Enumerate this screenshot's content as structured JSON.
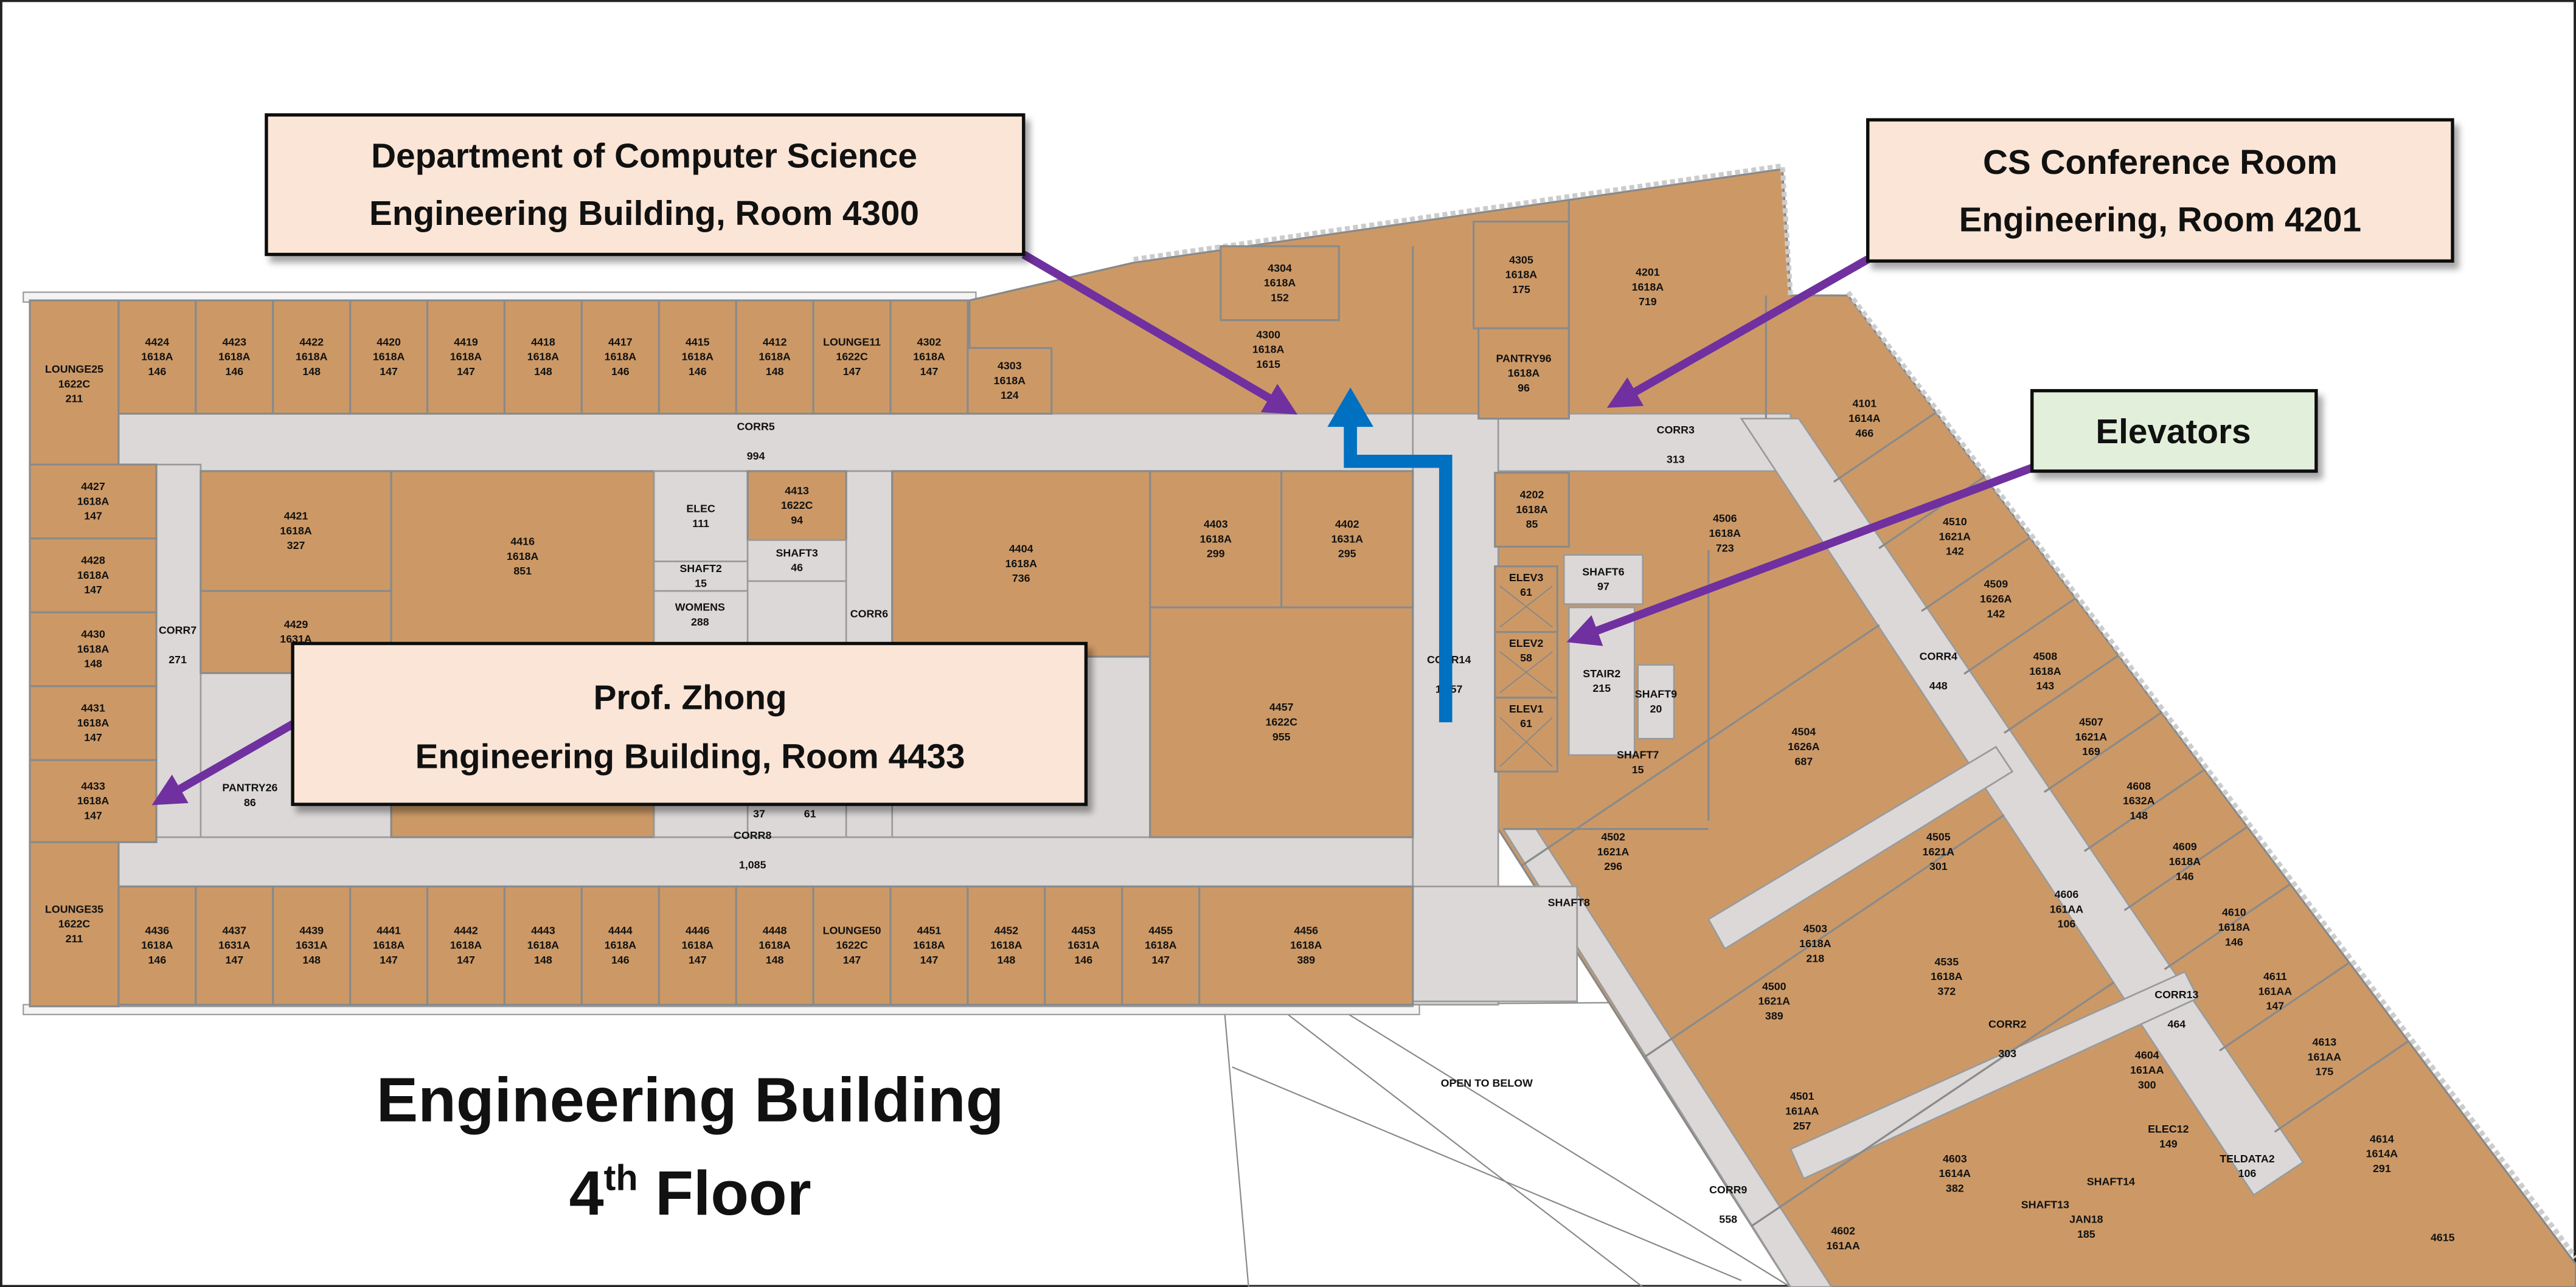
{
  "title": {
    "line1": "Engineering Building",
    "line2_main": "4",
    "line2_sup": "th",
    "line2_rest": " Floor"
  },
  "callouts": [
    {
      "line1": "Department of Computer Science",
      "line2": "Engineering Building, Room 4300"
    },
    {
      "line1": "CS Conference Room",
      "line2": "Engineering, Room 4201"
    },
    {
      "line1": "Elevators"
    },
    {
      "line1": "Prof. Zhong",
      "line2": "Engineering Building, Room 4433"
    }
  ],
  "colors": {
    "room": "#cc9966",
    "corridor": "#dcd8d8",
    "arrow": "#7030a0",
    "route": "#0070c0",
    "callout_peach": "#fbe5d6",
    "callout_green": "#e2efda"
  },
  "rooms": [
    {
      "id": "LOUNGE25",
      "lines": [
        "LOUNGE25",
        "1622C",
        "211"
      ]
    },
    {
      "id": "4424",
      "lines": [
        "4424",
        "1618A",
        "146"
      ]
    },
    {
      "id": "4423",
      "lines": [
        "4423",
        "1618A",
        "146"
      ]
    },
    {
      "id": "4422",
      "lines": [
        "4422",
        "1618A",
        "148"
      ]
    },
    {
      "id": "4420",
      "lines": [
        "4420",
        "1618A",
        "147"
      ]
    },
    {
      "id": "4419",
      "lines": [
        "4419",
        "1618A",
        "147"
      ]
    },
    {
      "id": "4418",
      "lines": [
        "4418",
        "1618A",
        "148"
      ]
    },
    {
      "id": "4417",
      "lines": [
        "4417",
        "1618A",
        "146"
      ]
    },
    {
      "id": "4415",
      "lines": [
        "4415",
        "1618A",
        "146"
      ]
    },
    {
      "id": "4412",
      "lines": [
        "4412",
        "1618A",
        "148"
      ]
    },
    {
      "id": "LOUNGE11",
      "lines": [
        "LOUNGE11",
        "1622C",
        "147"
      ]
    },
    {
      "id": "4302",
      "lines": [
        "4302",
        "1618A",
        "147"
      ]
    },
    {
      "id": "4303",
      "lines": [
        "4303",
        "1618A",
        "124"
      ]
    },
    {
      "id": "4300",
      "lines": [
        "4300",
        "1618A",
        "1615"
      ]
    },
    {
      "id": "4304",
      "lines": [
        "4304",
        "1618A",
        "152"
      ]
    },
    {
      "id": "4305",
      "lines": [
        "4305",
        "1618A",
        "175"
      ]
    },
    {
      "id": "PANTRY96",
      "lines": [
        "PANTRY96",
        "1618A",
        "96"
      ]
    },
    {
      "id": "4201",
      "lines": [
        "4201",
        "1618A",
        "719"
      ]
    },
    {
      "id": "4101",
      "lines": [
        "4101",
        "1614A",
        "466"
      ]
    },
    {
      "id": "4427",
      "lines": [
        "4427",
        "1618A",
        "147"
      ]
    },
    {
      "id": "4428",
      "lines": [
        "4428",
        "1618A",
        "147"
      ]
    },
    {
      "id": "4430",
      "lines": [
        "4430",
        "1618A",
        "148"
      ]
    },
    {
      "id": "4431",
      "lines": [
        "4431",
        "1618A",
        "147"
      ]
    },
    {
      "id": "4433",
      "lines": [
        "4433",
        "1618A",
        "147"
      ]
    },
    {
      "id": "4421",
      "lines": [
        "4421",
        "1618A",
        "327"
      ]
    },
    {
      "id": "4429",
      "lines": [
        "4429",
        "1631A"
      ]
    },
    {
      "id": "4416",
      "lines": [
        "4416",
        "1618A",
        "851"
      ]
    },
    {
      "id": "ELEC",
      "lines": [
        "ELEC",
        "111"
      ]
    },
    {
      "id": "SHAFT2",
      "lines": [
        "SHAFT2",
        "15"
      ]
    },
    {
      "id": "WOMENS",
      "lines": [
        "WOMENS",
        "288"
      ]
    },
    {
      "id": "4413",
      "lines": [
        "4413",
        "1622C",
        "94"
      ]
    },
    {
      "id": "SHAFT3",
      "lines": [
        "SHAFT3",
        "46"
      ]
    },
    {
      "id": "4404",
      "lines": [
        "4404",
        "1618A",
        "736"
      ]
    },
    {
      "id": "4403",
      "lines": [
        "4403",
        "1618A",
        "299"
      ]
    },
    {
      "id": "4402",
      "lines": [
        "4402",
        "1631A",
        "295"
      ]
    },
    {
      "id": "4457",
      "lines": [
        "4457",
        "1622C",
        "955"
      ]
    },
    {
      "id": "PANTRY26",
      "lines": [
        "PANTRY26",
        "86"
      ]
    },
    {
      "id": "S37",
      "lines": [
        "37"
      ]
    },
    {
      "id": "S61",
      "lines": [
        "61"
      ]
    },
    {
      "id": "LOUNGE35",
      "lines": [
        "LOUNGE35",
        "1622C",
        "211"
      ]
    },
    {
      "id": "4436",
      "lines": [
        "4436",
        "1618A",
        "146"
      ]
    },
    {
      "id": "4437",
      "lines": [
        "4437",
        "1631A",
        "147"
      ]
    },
    {
      "id": "4439",
      "lines": [
        "4439",
        "1631A",
        "148"
      ]
    },
    {
      "id": "4441",
      "lines": [
        "4441",
        "1618A",
        "147"
      ]
    },
    {
      "id": "4442",
      "lines": [
        "4442",
        "1618A",
        "147"
      ]
    },
    {
      "id": "4443",
      "lines": [
        "4443",
        "1618A",
        "148"
      ]
    },
    {
      "id": "4444",
      "lines": [
        "4444",
        "1618A",
        "146"
      ]
    },
    {
      "id": "4446",
      "lines": [
        "4446",
        "1618A",
        "147"
      ]
    },
    {
      "id": "4448",
      "lines": [
        "4448",
        "1618A",
        "148"
      ]
    },
    {
      "id": "LOUNGE50",
      "lines": [
        "LOUNGE50",
        "1622C",
        "147"
      ]
    },
    {
      "id": "4451",
      "lines": [
        "4451",
        "1618A",
        "147"
      ]
    },
    {
      "id": "4452",
      "lines": [
        "4452",
        "1618A",
        "148"
      ]
    },
    {
      "id": "4453",
      "lines": [
        "4453",
        "1631A",
        "146"
      ]
    },
    {
      "id": "4455",
      "lines": [
        "4455",
        "1618A",
        "147"
      ]
    },
    {
      "id": "4456",
      "lines": [
        "4456",
        "1618A",
        "389"
      ]
    },
    {
      "id": "4202",
      "lines": [
        "4202",
        "1618A",
        "85"
      ]
    },
    {
      "id": "ELEV3",
      "lines": [
        "ELEV3",
        "61"
      ]
    },
    {
      "id": "ELEV2",
      "lines": [
        "ELEV2",
        "58"
      ]
    },
    {
      "id": "ELEV1",
      "lines": [
        "ELEV1",
        "61"
      ]
    },
    {
      "id": "SHAFT6",
      "lines": [
        "SHAFT6",
        "97"
      ]
    },
    {
      "id": "STAIR2",
      "lines": [
        "STAIR2",
        "215"
      ]
    },
    {
      "id": "SHAFT9",
      "lines": [
        "SHAFT9",
        "20"
      ]
    },
    {
      "id": "SHAFT7",
      "lines": [
        "SHAFT7",
        "15"
      ]
    },
    {
      "id": "SHAFT8",
      "lines": [
        "SHAFT8"
      ]
    },
    {
      "id": "4506",
      "lines": [
        "4506",
        "1618A",
        "723"
      ]
    },
    {
      "id": "4504",
      "lines": [
        "4504",
        "1626A",
        "687"
      ]
    },
    {
      "id": "4502",
      "lines": [
        "4502",
        "1621A",
        "296"
      ]
    },
    {
      "id": "4505",
      "lines": [
        "4505",
        "1621A",
        "301"
      ]
    },
    {
      "id": "4503",
      "lines": [
        "4503",
        "1618A",
        "218"
      ]
    },
    {
      "id": "4500",
      "lines": [
        "4500",
        "1621A",
        "389"
      ]
    },
    {
      "id": "4535",
      "lines": [
        "4535",
        "1618A",
        "372"
      ]
    },
    {
      "id": "4606",
      "lines": [
        "4606",
        "161AA",
        "106"
      ]
    },
    {
      "id": "4501",
      "lines": [
        "4501",
        "161AA",
        "257"
      ]
    },
    {
      "id": "4603",
      "lines": [
        "4603",
        "1614A",
        "382"
      ]
    },
    {
      "id": "4604",
      "lines": [
        "4604",
        "161AA",
        "300"
      ]
    },
    {
      "id": "4602",
      "lines": [
        "4602",
        "161AA"
      ]
    },
    {
      "id": "4510",
      "lines": [
        "4510",
        "1621A",
        "142"
      ]
    },
    {
      "id": "4509",
      "lines": [
        "4509",
        "1626A",
        "142"
      ]
    },
    {
      "id": "4508",
      "lines": [
        "4508",
        "1618A",
        "143"
      ]
    },
    {
      "id": "4507",
      "lines": [
        "4507",
        "1621A",
        "169"
      ]
    },
    {
      "id": "4608",
      "lines": [
        "4608",
        "1632A",
        "148"
      ]
    },
    {
      "id": "4609",
      "lines": [
        "4609",
        "1618A",
        "146"
      ]
    },
    {
      "id": "4610",
      "lines": [
        "4610",
        "1618A",
        "146"
      ]
    },
    {
      "id": "4611",
      "lines": [
        "4611",
        "161AA",
        "147"
      ]
    },
    {
      "id": "4613",
      "lines": [
        "4613",
        "161AA",
        "175"
      ]
    },
    {
      "id": "4614",
      "lines": [
        "4614",
        "1614A",
        "291"
      ]
    },
    {
      "id": "4615",
      "lines": [
        "4615"
      ]
    },
    {
      "id": "ELEC12",
      "lines": [
        "ELEC12",
        "149"
      ]
    },
    {
      "id": "TELDATA2",
      "lines": [
        "TELDATA2",
        "106"
      ]
    },
    {
      "id": "SHAFT14",
      "lines": [
        "SHAFT14"
      ]
    },
    {
      "id": "SHAFT13",
      "lines": [
        "SHAFT13"
      ]
    },
    {
      "id": "JAN18",
      "lines": [
        "JAN18",
        "185"
      ]
    },
    {
      "id": "OPEN",
      "lines": [
        "OPEN TO BELOW"
      ]
    }
  ],
  "corridors": [
    {
      "id": "CORR5",
      "lines": [
        "CORR5",
        "994"
      ]
    },
    {
      "id": "CORR3",
      "lines": [
        "CORR3",
        "313"
      ]
    },
    {
      "id": "CORR7",
      "lines": [
        "CORR7",
        "271"
      ]
    },
    {
      "id": "CORR6",
      "lines": [
        "CORR6"
      ]
    },
    {
      "id": "CORR14",
      "lines": [
        "CORR14",
        "1,857"
      ]
    },
    {
      "id": "CORR8",
      "lines": [
        "CORR8",
        "1,085"
      ]
    },
    {
      "id": "CORR4",
      "lines": [
        "CORR4",
        "448"
      ]
    },
    {
      "id": "CORR13",
      "lines": [
        "CORR13",
        "464"
      ]
    },
    {
      "id": "CORR2",
      "lines": [
        "CORR2",
        "303"
      ]
    },
    {
      "id": "CORR9",
      "lines": [
        "CORR9",
        "558"
      ]
    }
  ]
}
